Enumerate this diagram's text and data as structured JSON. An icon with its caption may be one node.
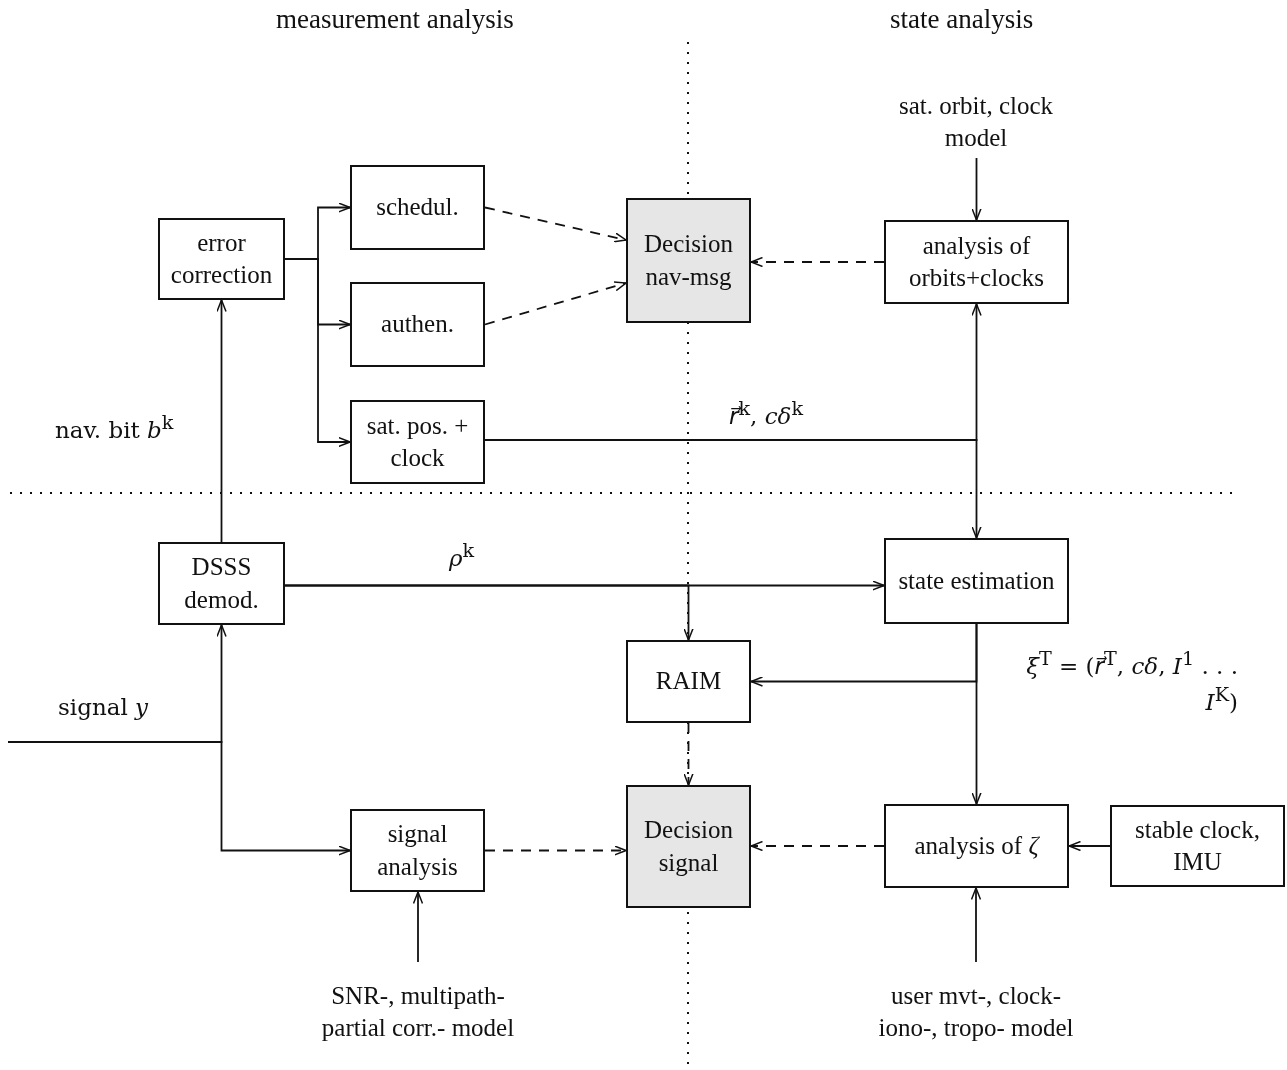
{
  "diagram": {
    "nodes": [
      {
        "text": [
          "error correction"
        ]
      },
      {
        "text": [
          "schedul."
        ]
      },
      {
        "text": [
          "authen."
        ]
      },
      {
        "text": [
          "sat. pos. + clock"
        ]
      },
      {
        "text": [
          "Decision nav-msg"
        ]
      },
      {
        "text": [
          "analysis of orbits+clocks"
        ]
      },
      {
        "text": [
          "sat. orbit, clock model"
        ]
      },
      {
        "text": [
          "DSSS demod."
        ]
      },
      {
        "text": [
          "state estimation"
        ]
      },
      {
        "text": [
          "RAIM"
        ]
      },
      {
        "text": [
          "signal analysis"
        ]
      },
      {
        "text": [
          "Decision signal"
        ]
      },
      {
        "text": [
          "analysis of *ζ*"
        ]
      },
      {
        "text": [
          "stable clock, IMU"
        ]
      },
      {
        "text": [
          "SNR-, multipath- partial corr.- model"
        ]
      },
      {
        "text": [
          "user mvt-, clock- iono-, tropo- model"
        ]
      }
    ],
    "edges": [
      {
        "from": 7,
        "to": 0,
        "arrow": "to",
        "label": "nav. bit *b*$^{k}$"
      },
      {
        "from": 0,
        "to": 1,
        "arrow": "to"
      },
      {
        "from": 0,
        "to": 2,
        "arrow": "to"
      },
      {
        "from": 0,
        "to": 3,
        "arrow": "to"
      },
      {
        "from": 1,
        "to": 4,
        "arrow": "to",
        "style": "dashed"
      },
      {
        "from": 2,
        "to": 4,
        "arrow": "to",
        "style": "dashed"
      },
      {
        "from": 5,
        "to": 4,
        "arrow": "to",
        "style": "dashed"
      },
      {
        "from": 6,
        "to": 5,
        "arrow": "to"
      },
      {
        "from": 3,
        "to": 5,
        "arrow": "to",
        "label": "*r⃗*$^{k}$, *cδ*$^{k}$"
      },
      {
        "from": 3,
        "to": 8,
        "arrow": "to"
      },
      {
        "from": 7,
        "to": 8,
        "arrow": "to",
        "label": "*ρ*$^{k}$"
      },
      {
        "from": 7,
        "to": 9,
        "arrow": "to"
      },
      {
        "from": 8,
        "to": 9,
        "arrow": "to"
      },
      {
        "from": 8,
        "to": 12,
        "arrow": "to",
        "label": "*ξ*$^{T}$ = (*r⃗*$^{T}$, *cδ*, *I*$^{1}$ . . . *I*$^{K}$)"
      },
      {
        "from": 9,
        "to": 11,
        "arrow": "to",
        "style": "dashed"
      },
      {
        "from": null,
        "to": 7,
        "arrow": "to",
        "label": "signal *y*"
      },
      {
        "from": null,
        "to": 10,
        "arrow": "to"
      },
      {
        "from": 10,
        "to": 11,
        "arrow": "to",
        "style": "dashed"
      },
      {
        "from": 12,
        "to": 11,
        "arrow": "to",
        "style": "dashed"
      },
      {
        "from": 13,
        "to": 12,
        "arrow": "to"
      },
      {
        "from": 14,
        "to": 10,
        "arrow": "to"
      },
      {
        "from": 15,
        "to": 12,
        "arrow": "to"
      }
    ],
    "labels": [
      "measurement analysis",
      "state analysis"
    ]
  }
}
